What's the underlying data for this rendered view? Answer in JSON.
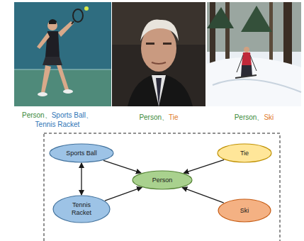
{
  "diagram": {
    "nodes": [
      {
        "text": [
          "Sports Ball"
        ]
      },
      {
        "text": [
          "Tie"
        ]
      },
      {
        "text": [
          "Person"
        ]
      },
      {
        "text": [
          "Tennis Racket"
        ]
      },
      {
        "text": [
          "Ski"
        ]
      }
    ],
    "edges": [
      {
        "from": 0,
        "to": 3,
        "arrow": "both"
      },
      {
        "from": 0,
        "to": 2,
        "arrow": "to"
      },
      {
        "from": 1,
        "to": 2,
        "arrow": "to"
      },
      {
        "from": 3,
        "to": 2,
        "arrow": "to"
      },
      {
        "from": 4,
        "to": 2,
        "arrow": "to"
      }
    ],
    "labels": [
      "Person、",
      "Sports Ball、",
      "Tennis Racket",
      "Person、",
      "Tie",
      "Person、",
      "Ski"
    ]
  }
}
